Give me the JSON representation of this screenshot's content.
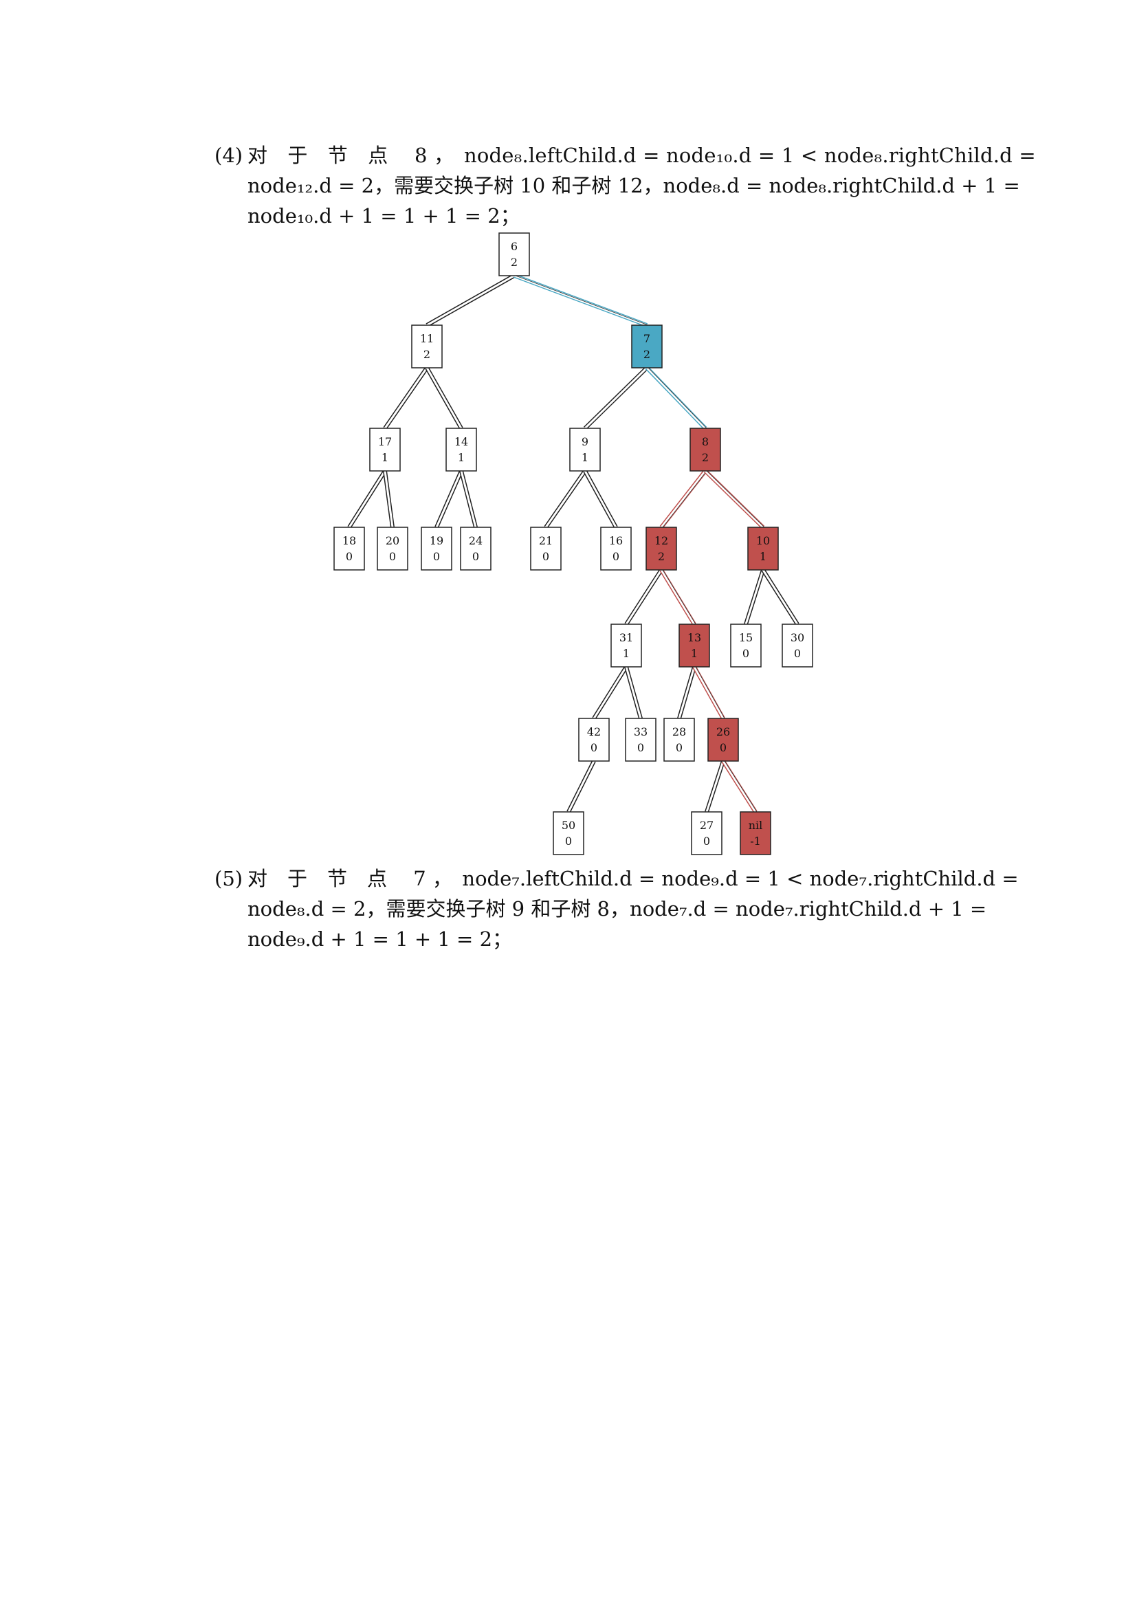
{
  "para4": {
    "num": "(4)",
    "line1": "对　于　节　点　 8 ，　node₈.leftChild.d = node₁₀.d = 1 < node₈.rightChild.d =",
    "line2": "node₁₂.d = 2，需要交换子树 10 和子树 12，node₈.d = node₈.rightChild.d + 1 =",
    "line3": "node₁₀.d + 1 = 1 + 1 = 2；"
  },
  "para5": {
    "num": "(5)",
    "line1": "对　于　节　点　 7 ，　node₇.leftChild.d = node₉.d = 1 < node₇.rightChild.d =",
    "line2": "node₈.d = 2，需要交换子树 9 和子树 8，node₇.d = node₇.rightChild.d + 1 =",
    "line3": "node₉.d + 1 = 1 + 1 = 2；"
  },
  "colors": {
    "blue": "#4aa8c4",
    "red": "#c0504d",
    "white": "#ffffff"
  },
  "tree": {
    "nodes": [
      {
        "id": "n6",
        "key": "6",
        "d": "2",
        "color": "white"
      },
      {
        "id": "n11",
        "key": "11",
        "d": "2",
        "color": "white"
      },
      {
        "id": "n7",
        "key": "7",
        "d": "2",
        "color": "blue"
      },
      {
        "id": "n17",
        "key": "17",
        "d": "1",
        "color": "white"
      },
      {
        "id": "n14",
        "key": "14",
        "d": "1",
        "color": "white"
      },
      {
        "id": "n9",
        "key": "9",
        "d": "1",
        "color": "white"
      },
      {
        "id": "n8",
        "key": "8",
        "d": "2",
        "color": "red"
      },
      {
        "id": "n18",
        "key": "18",
        "d": "0",
        "color": "white"
      },
      {
        "id": "n20",
        "key": "20",
        "d": "0",
        "color": "white"
      },
      {
        "id": "n19",
        "key": "19",
        "d": "0",
        "color": "white"
      },
      {
        "id": "n24",
        "key": "24",
        "d": "0",
        "color": "white"
      },
      {
        "id": "n21",
        "key": "21",
        "d": "0",
        "color": "white"
      },
      {
        "id": "n16",
        "key": "16",
        "d": "0",
        "color": "white"
      },
      {
        "id": "n12",
        "key": "12",
        "d": "2",
        "color": "red"
      },
      {
        "id": "n10",
        "key": "10",
        "d": "1",
        "color": "red"
      },
      {
        "id": "n31",
        "key": "31",
        "d": "1",
        "color": "white"
      },
      {
        "id": "n13",
        "key": "13",
        "d": "1",
        "color": "red"
      },
      {
        "id": "n15",
        "key": "15",
        "d": "0",
        "color": "white"
      },
      {
        "id": "n30",
        "key": "30",
        "d": "0",
        "color": "white"
      },
      {
        "id": "n42",
        "key": "42",
        "d": "0",
        "color": "white"
      },
      {
        "id": "n33",
        "key": "33",
        "d": "0",
        "color": "white"
      },
      {
        "id": "n28",
        "key": "28",
        "d": "0",
        "color": "white"
      },
      {
        "id": "n26",
        "key": "26",
        "d": "0",
        "color": "red"
      },
      {
        "id": "n50",
        "key": "50",
        "d": "0",
        "color": "white"
      },
      {
        "id": "n27",
        "key": "27",
        "d": "0",
        "color": "white"
      },
      {
        "id": "nnil",
        "key": "nil",
        "d": "-1",
        "color": "red"
      }
    ],
    "edges": [
      {
        "from": "n6",
        "to": "n11",
        "color": "white"
      },
      {
        "from": "n6",
        "to": "n7",
        "color": "blue"
      },
      {
        "from": "n11",
        "to": "n17",
        "color": "white"
      },
      {
        "from": "n11",
        "to": "n14",
        "color": "white"
      },
      {
        "from": "n7",
        "to": "n9",
        "color": "white"
      },
      {
        "from": "n7",
        "to": "n8",
        "color": "blue"
      },
      {
        "from": "n17",
        "to": "n18",
        "color": "white"
      },
      {
        "from": "n17",
        "to": "n20",
        "color": "white"
      },
      {
        "from": "n14",
        "to": "n19",
        "color": "white"
      },
      {
        "from": "n14",
        "to": "n24",
        "color": "white"
      },
      {
        "from": "n9",
        "to": "n21",
        "color": "white"
      },
      {
        "from": "n9",
        "to": "n16",
        "color": "white"
      },
      {
        "from": "n8",
        "to": "n12",
        "color": "red"
      },
      {
        "from": "n8",
        "to": "n10",
        "color": "red"
      },
      {
        "from": "n12",
        "to": "n31",
        "color": "white"
      },
      {
        "from": "n12",
        "to": "n13",
        "color": "red"
      },
      {
        "from": "n10",
        "to": "n15",
        "color": "white"
      },
      {
        "from": "n10",
        "to": "n30",
        "color": "white"
      },
      {
        "from": "n31",
        "to": "n42",
        "color": "white"
      },
      {
        "from": "n31",
        "to": "n33",
        "color": "white"
      },
      {
        "from": "n13",
        "to": "n28",
        "color": "white"
      },
      {
        "from": "n13",
        "to": "n26",
        "color": "red"
      },
      {
        "from": "n42",
        "to": "n50",
        "color": "white"
      },
      {
        "from": "n26",
        "to": "n27",
        "color": "white"
      },
      {
        "from": "n26",
        "to": "nnil",
        "color": "red"
      }
    ]
  }
}
